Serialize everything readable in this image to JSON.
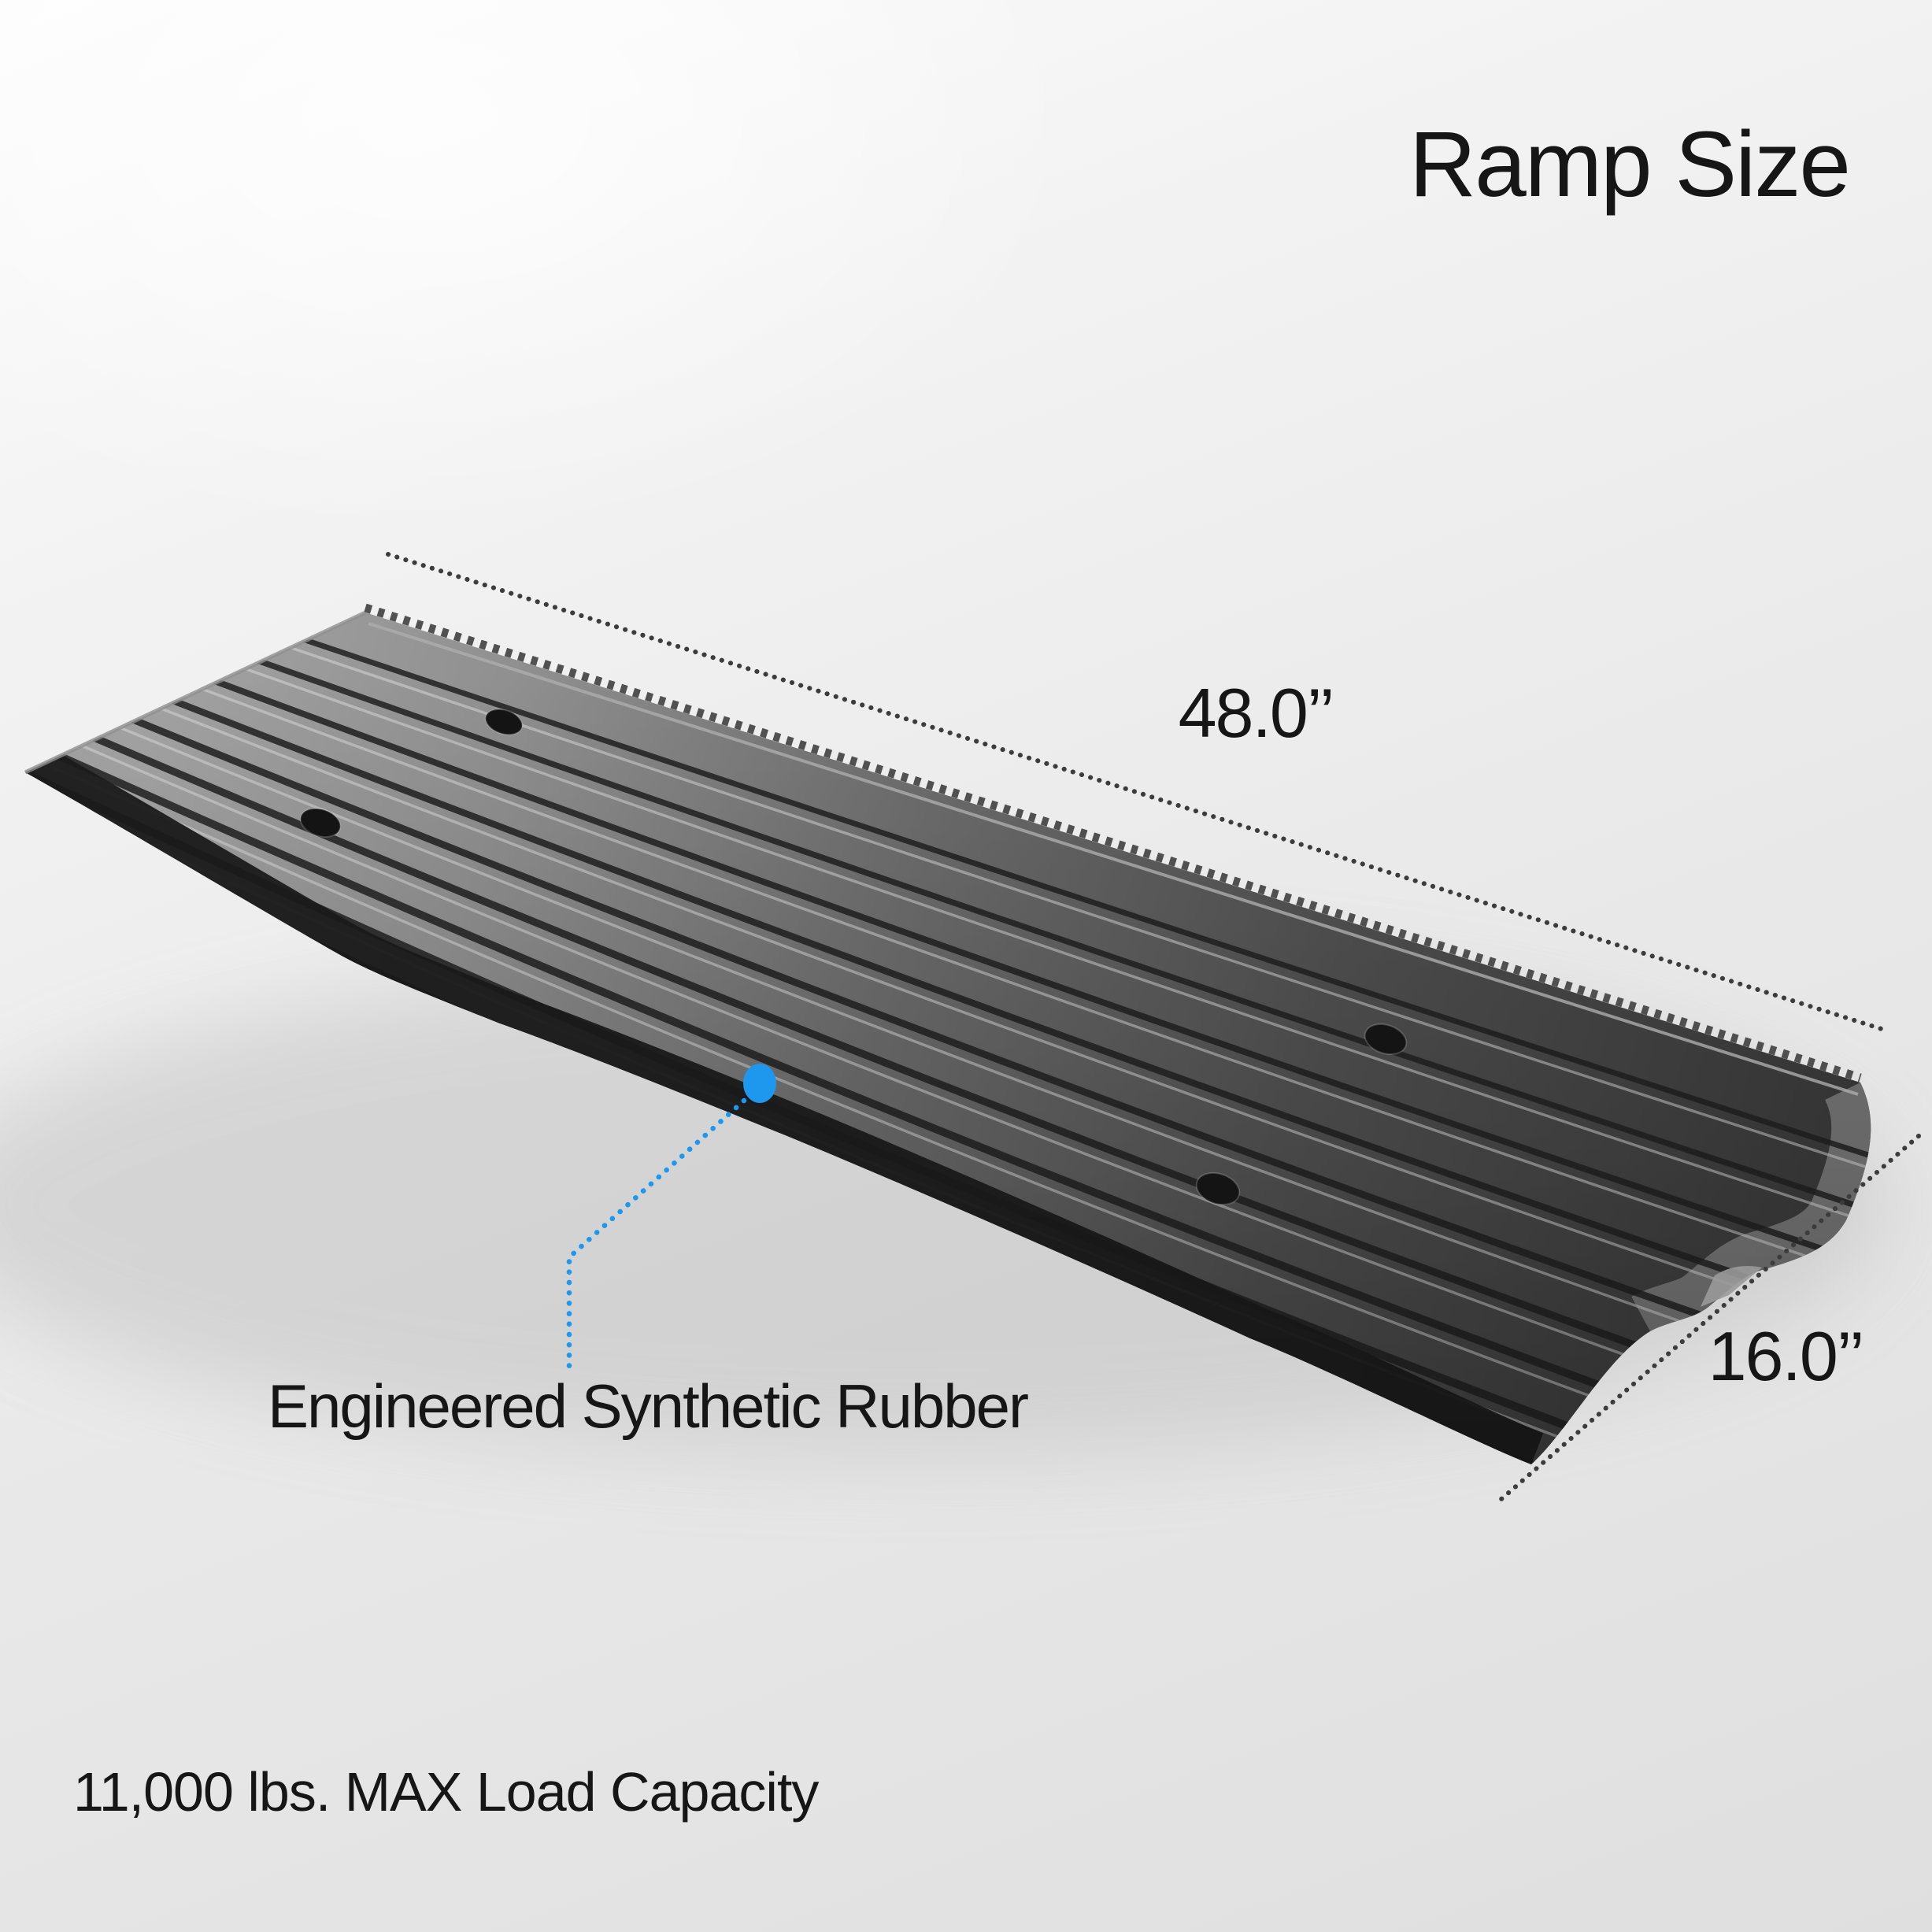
{
  "page": {
    "title": "Ramp Size"
  },
  "dimensions": {
    "length": {
      "label": "48.0’’"
    },
    "width": {
      "label": "16.0’’"
    }
  },
  "callout": {
    "material": "Engineered Synthetic Rubber"
  },
  "footnote": {
    "capacity": "11,000 lbs. MAX Load Capacity"
  },
  "colors": {
    "accent_blue": "#1e97ee",
    "dimension_line": "#3c3c3c",
    "text": "#161616",
    "ramp_light": "#a2a2a2",
    "ramp_dark": "#3a3a3a",
    "background": "#e9e9e9"
  }
}
